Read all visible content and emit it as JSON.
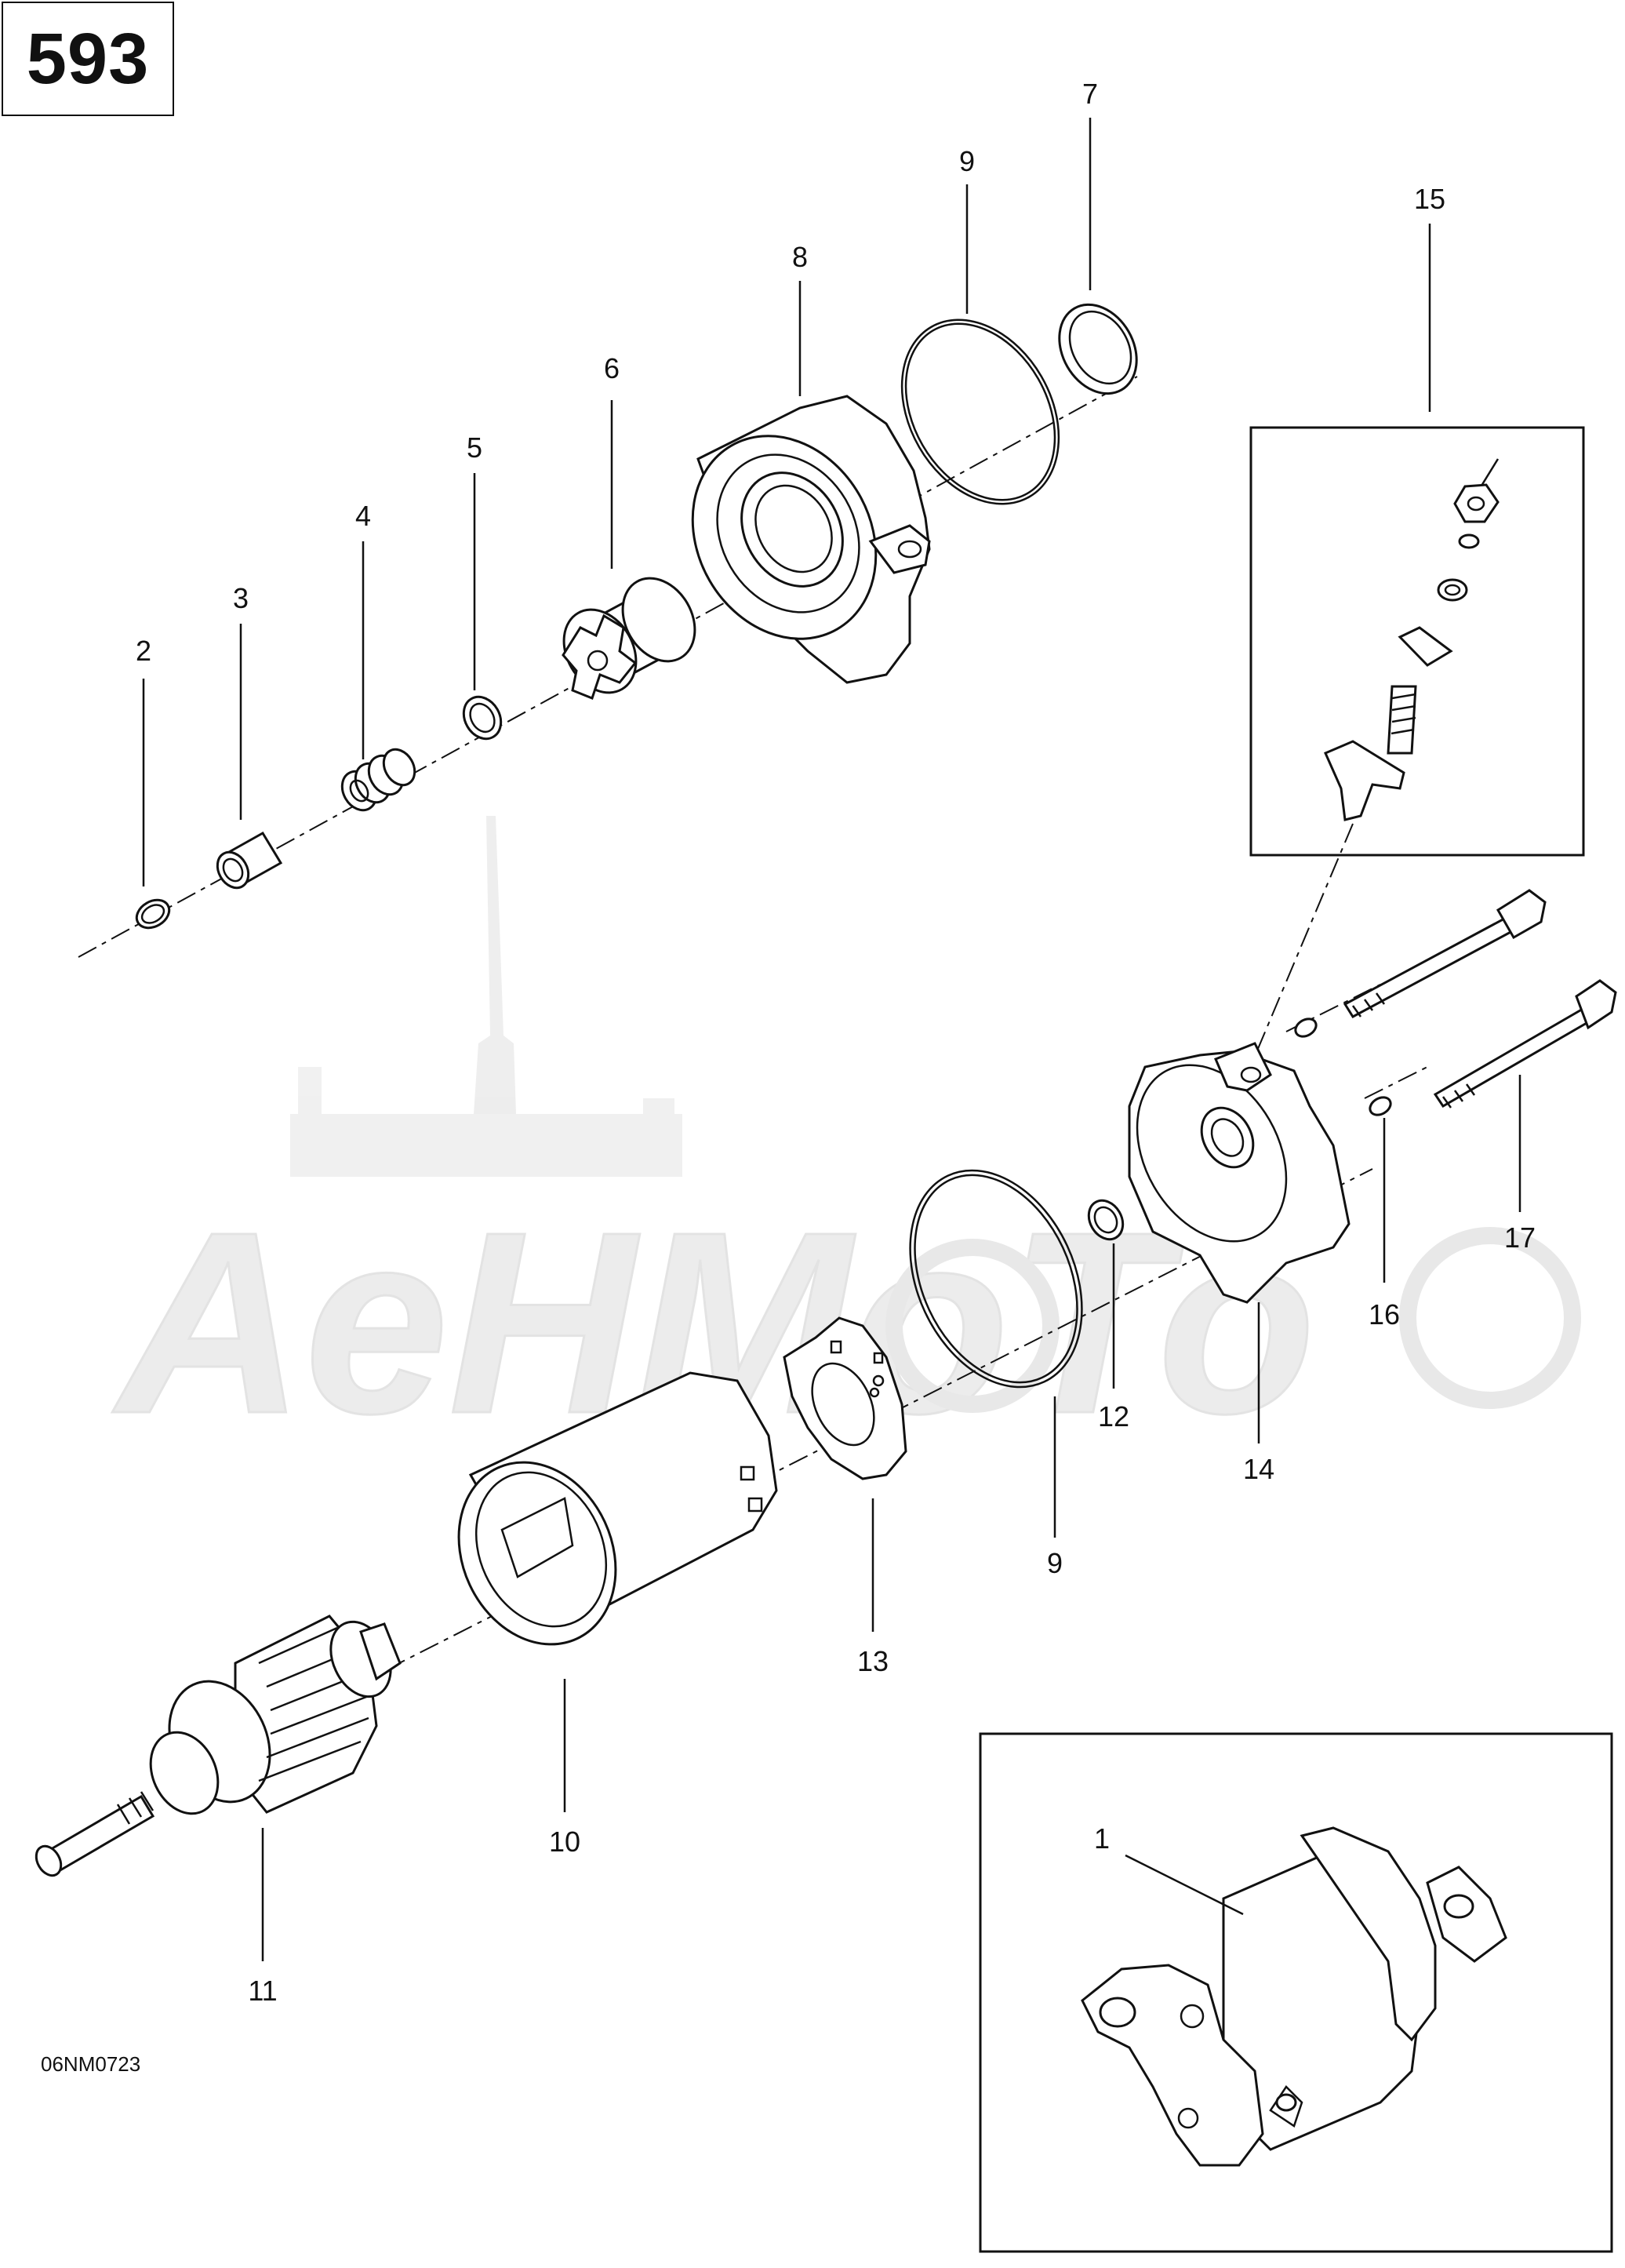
{
  "page_number": "593",
  "drawing_code": "06NM0723",
  "watermark": {
    "text": "AeHMoTo",
    "color": "#e6e6e6"
  },
  "callouts": {
    "c1": "1",
    "c2": "2",
    "c3": "3",
    "c4": "4",
    "c5": "5",
    "c6": "6",
    "c7": "7",
    "c8": "8",
    "c9a": "9",
    "c9b": "9",
    "c10": "10",
    "c11": "11",
    "c12": "12",
    "c13": "13",
    "c14": "14",
    "c15": "15",
    "c16": "16",
    "c17": "17"
  },
  "colors": {
    "line": "#111111",
    "background": "#ffffff"
  }
}
